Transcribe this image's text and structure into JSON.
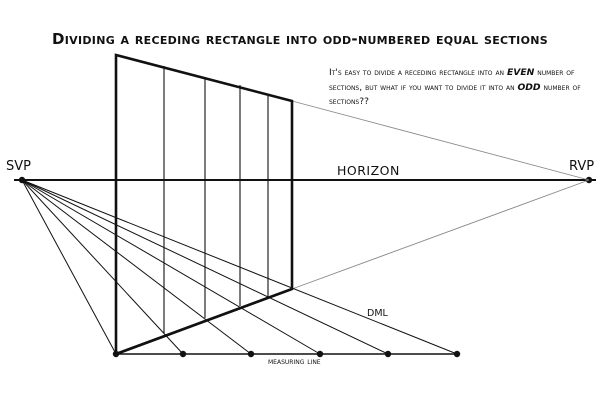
{
  "title": "Dividing a receding rectangle into odd-numbered equal sections",
  "note": {
    "p1": "It's easy to divide a receding rectangle into an",
    "even": "EVEN",
    "p2": "number of sections, but what if you want to divide it into an",
    "odd": "ODD",
    "p3": "number of sections??"
  },
  "labels": {
    "svp": "SVP",
    "rvp": "RVP",
    "horizon": "HORIZON",
    "dml": "DML",
    "measuring_line": "measuring line"
  }
}
